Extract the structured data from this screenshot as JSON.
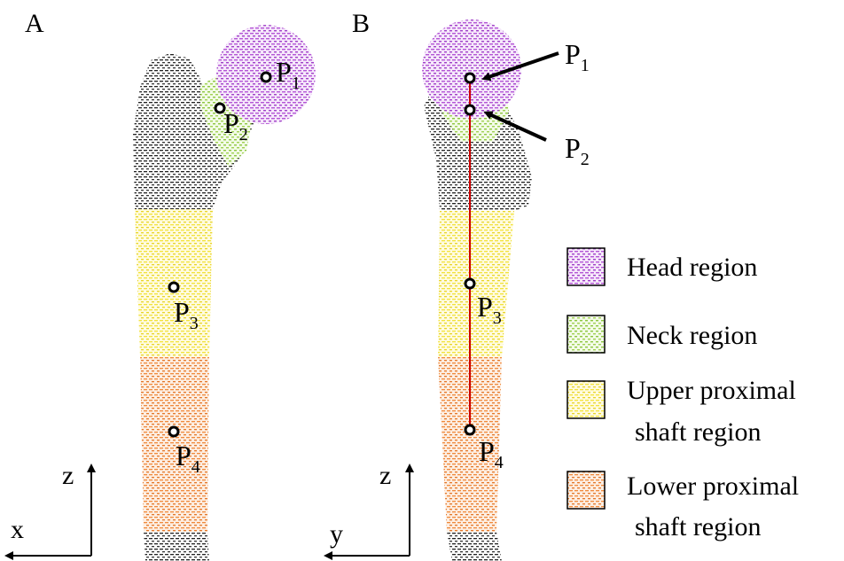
{
  "panels": [
    {
      "label": "A",
      "axes": {
        "vertical": "z",
        "horizontal": "x"
      }
    },
    {
      "label": "B",
      "axes": {
        "vertical": "z",
        "horizontal": "y"
      }
    }
  ],
  "points": [
    {
      "id": "P1",
      "letter": "P",
      "sub": "1"
    },
    {
      "id": "P2",
      "letter": "P",
      "sub": "2"
    },
    {
      "id": "P3",
      "letter": "P",
      "sub": "3"
    },
    {
      "id": "P4",
      "letter": "P",
      "sub": "4"
    }
  ],
  "legend": [
    {
      "lines": [
        "Head region"
      ],
      "color": "#b455d6"
    },
    {
      "lines": [
        "Neck region"
      ],
      "color": "#8cc63f"
    },
    {
      "lines": [
        "Upper proximal",
        "shaft region"
      ],
      "color": "#f2e33c"
    },
    {
      "lines": [
        "Lower proximal",
        "shaft region"
      ],
      "color": "#f08a3c"
    }
  ],
  "colors": {
    "head": "#b455d6",
    "neck": "#8cc63f",
    "upper": "#f2e33c",
    "lower": "#f08a3c",
    "bone": "#2a2a2a",
    "axis_line": "#cc0000"
  }
}
